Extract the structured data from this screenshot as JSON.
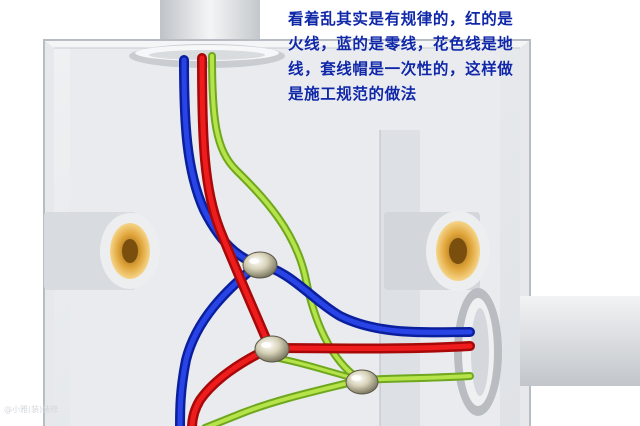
{
  "caption": {
    "lines": [
      "看着乱其实是有规律的，红的是",
      "火线，蓝的是零线，花色线是地",
      "线，套线帽是一次性的，这样做",
      "是施工规范的做法"
    ]
  },
  "watermark": "@小雅(装)装修",
  "wire_colors": {
    "live": "#e01010",
    "neutral": "#1830d0",
    "earth": "#8ccc2a"
  }
}
